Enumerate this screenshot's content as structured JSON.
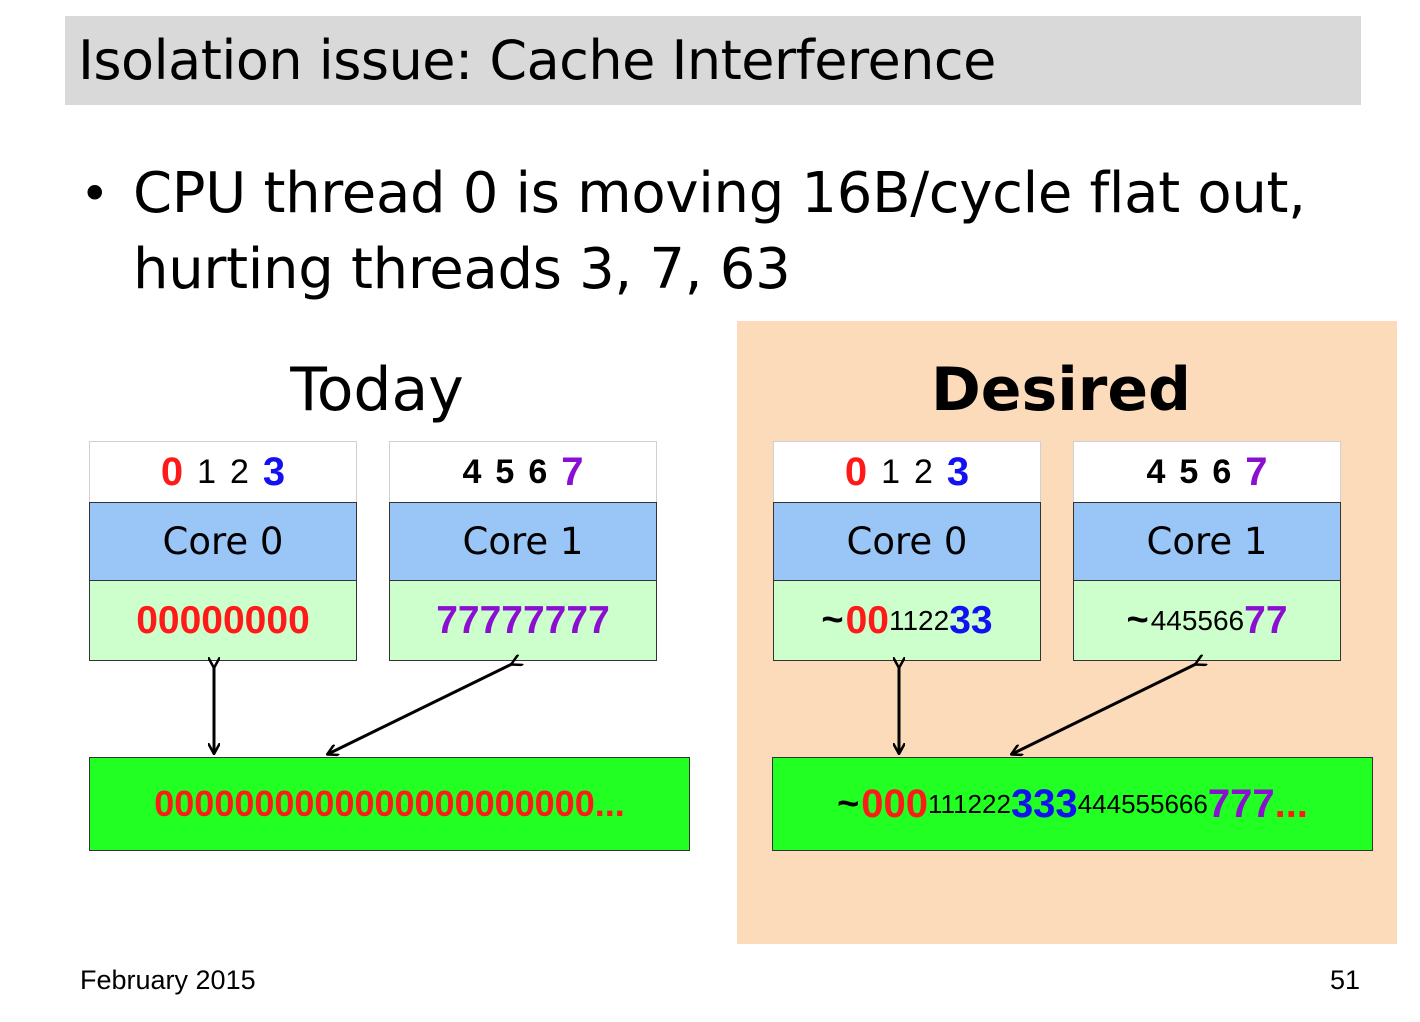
{
  "slide": {
    "title": "Isolation issue: Cache Interference",
    "bullet": "CPU thread 0 is moving 16B/cycle flat out, hurting threads 3, 7, 63",
    "footer_date": "February 2015",
    "page_number": "51"
  },
  "today": {
    "heading": "Today",
    "core0": {
      "threads": [
        "0",
        "1",
        "2",
        "3"
      ],
      "label": "Core 0",
      "cache": "00000000"
    },
    "core1": {
      "threads": [
        "4",
        "5",
        "6",
        "7"
      ],
      "label": "Core 1",
      "cache": "77777777"
    },
    "shared_cache": "0000000000000000000000..."
  },
  "desired": {
    "heading": "Desired",
    "core0": {
      "threads": [
        "0",
        "1",
        "2",
        "3"
      ],
      "label": "Core 0",
      "cache_parts": [
        "~",
        "00",
        "1122",
        "33"
      ]
    },
    "core1": {
      "threads": [
        "4",
        "5",
        "6",
        "7"
      ],
      "label": "Core 1",
      "cache_parts": [
        "~",
        "445566",
        "77"
      ]
    },
    "shared_cache_parts": [
      "~",
      "000",
      "111222",
      "333",
      "444555666",
      "777",
      "..."
    ]
  },
  "colors": {
    "thread0": "#ff1a1a",
    "thread3": "#1212f0",
    "thread7": "#8a0fd0",
    "core_fill": "#99c5f7",
    "private_cache_fill": "#ccffcc",
    "shared_cache_fill": "#22ff22",
    "desired_panel_fill": "#fcdbba",
    "title_bar_fill": "#d9d9d9"
  }
}
